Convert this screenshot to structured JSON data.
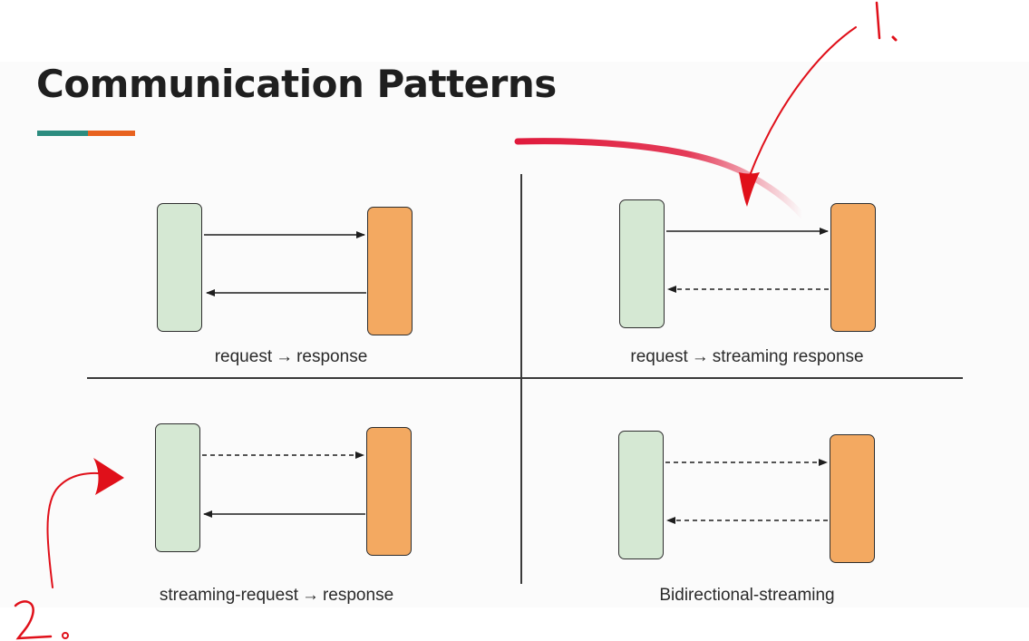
{
  "slide": {
    "title": "Communication Patterns",
    "accent_colors": [
      "#2c8c7f",
      "#e8621f"
    ]
  },
  "patterns": [
    {
      "id": "rr",
      "left": "request",
      "arrow": "→",
      "right": "response",
      "request_line": "solid",
      "response_line": "solid"
    },
    {
      "id": "rsr",
      "left": "request",
      "arrow": "→",
      "right": "streaming response",
      "request_line": "solid",
      "response_line": "dashed"
    },
    {
      "id": "srr",
      "left": "streaming-request",
      "arrow": "→",
      "right": "response",
      "request_line": "dashed",
      "response_line": "solid"
    },
    {
      "id": "bidi",
      "label": "Bidirectional-streaming",
      "request_line": "dashed",
      "response_line": "dashed"
    }
  ],
  "colors": {
    "client_box": "#d5e8d3",
    "server_box": "#f3a961",
    "annotation": "#e0101a"
  },
  "annotations": {
    "mark_1": "1.",
    "mark_2": "2."
  }
}
